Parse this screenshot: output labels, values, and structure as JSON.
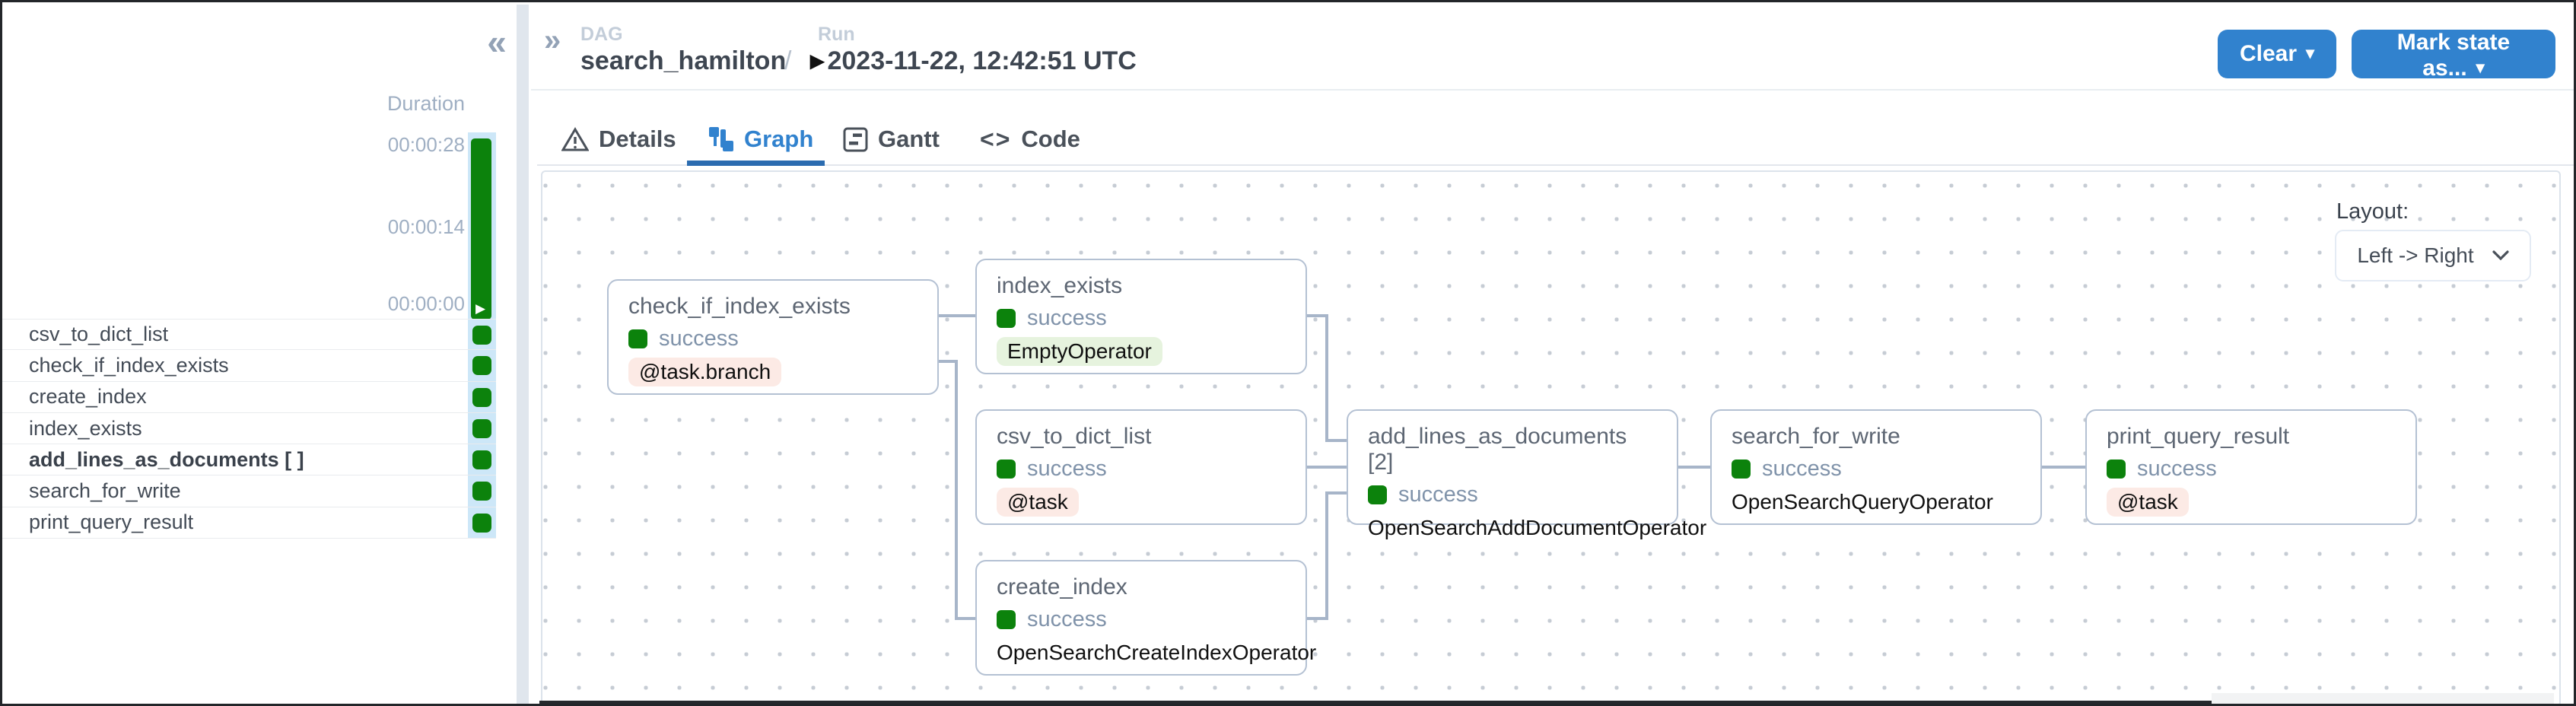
{
  "header": {
    "breadcrumb_icon": "»",
    "dag_label": "DAG",
    "dag_name": "search_hamilton",
    "separator": "/",
    "run_label": "Run",
    "run_marker": "▶",
    "run_date": "2023-11-22, 12:42:51 UTC",
    "clear_button": "Clear",
    "mark_state_button": "Mark state as...",
    "caret": "▾"
  },
  "tabs": {
    "details": "Details",
    "graph": "Graph",
    "gantt": "Gantt",
    "code": "Code",
    "code_glyph": "<>",
    "active_tab": "Graph"
  },
  "sidebar": {
    "collapse_icon": "«",
    "duration_label": "Duration",
    "ticks": [
      "00:00:28",
      "00:00:14",
      "00:00:00"
    ],
    "run_status": "success",
    "run_play_icon": "▶",
    "tasks": [
      {
        "label": "csv_to_dict_list",
        "status": "success",
        "bold": false
      },
      {
        "label": "check_if_index_exists",
        "status": "success",
        "bold": false
      },
      {
        "label": "create_index",
        "status": "success",
        "bold": false
      },
      {
        "label": "index_exists",
        "status": "success",
        "bold": false
      },
      {
        "label": "add_lines_as_documents [ ]",
        "status": "success",
        "bold": true
      },
      {
        "label": "search_for_write",
        "status": "success",
        "bold": false
      },
      {
        "label": "print_query_result",
        "status": "success",
        "bold": false
      }
    ]
  },
  "graph": {
    "layout_label": "Layout:",
    "layout_value": "Left -> Right",
    "layout_chevron": "ˇ",
    "nodes": [
      {
        "title": "check_if_index_exists",
        "status": "success",
        "badge": "@task.branch",
        "badge_type": "pink"
      },
      {
        "title": "index_exists",
        "status": "success",
        "badge": "EmptyOperator",
        "badge_type": "green"
      },
      {
        "title": "csv_to_dict_list",
        "status": "success",
        "badge": "@task",
        "badge_type": "pink"
      },
      {
        "title": "create_index",
        "status": "success",
        "badge": "OpenSearchCreateIndexOperator",
        "badge_type": "plain"
      },
      {
        "title": "add_lines_as_documents [2]",
        "status": "success",
        "badge": "OpenSearchAddDocumentOperator",
        "badge_type": "plain"
      },
      {
        "title": "search_for_write",
        "status": "success",
        "badge": "OpenSearchQueryOperator",
        "badge_type": "plain"
      },
      {
        "title": "print_query_result",
        "status": "success",
        "badge": "@task",
        "badge_type": "pink"
      }
    ],
    "edges": [
      "check_if_index_exists->index_exists",
      "check_if_index_exists->create_index",
      "index_exists->add_lines_as_documents",
      "csv_to_dict_list->add_lines_as_documents",
      "create_index->add_lines_as_documents",
      "add_lines_as_documents->search_for_write",
      "search_for_write->print_query_result"
    ]
  },
  "colors": {
    "success_green": "#0c820c",
    "accent_blue": "#3182ce",
    "active_tab_underline": "#2b6cb0",
    "selected_column_blue": "#cde7f8",
    "node_border": "#b4c1d3",
    "edge": "#a7b5c9",
    "badge_pink_bg": "#fceae5",
    "badge_green_bg": "#e6f3de"
  }
}
